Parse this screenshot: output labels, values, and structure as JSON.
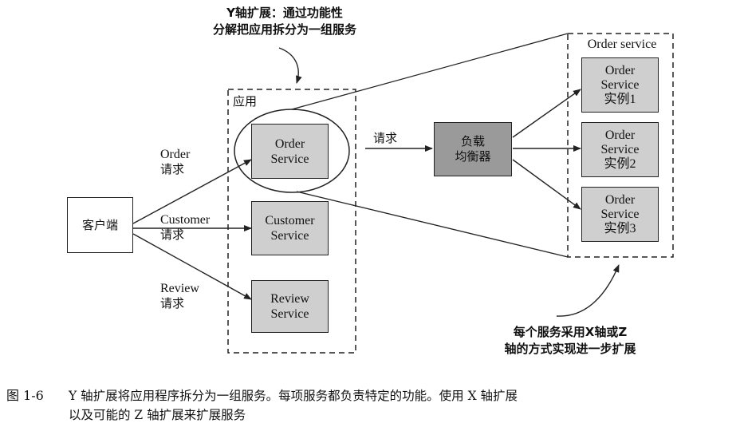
{
  "annotation_top": {
    "line1": "Y轴扩展：通过功能性",
    "line2": "分解把应用拆分为一组服务"
  },
  "annotation_bottom": {
    "line1": "每个服务采用X轴或Z",
    "line2": "轴的方式实现进一步扩展"
  },
  "client": {
    "label": "客户端"
  },
  "app_group": {
    "label": "应用"
  },
  "order_service_group": {
    "label": "Order service"
  },
  "services": {
    "order": {
      "line1": "Order",
      "line2": "Service"
    },
    "customer": {
      "line1": "Customer",
      "line2": "Service"
    },
    "review": {
      "line1": "Review",
      "line2": "Service"
    }
  },
  "requests": {
    "order": {
      "line1": "Order",
      "line2": "请求"
    },
    "customer": {
      "line1": "Customer",
      "line2": "请求"
    },
    "review": {
      "line1": "Review",
      "line2": "请求"
    },
    "to_lb": "请求"
  },
  "load_balancer": {
    "line1": "负载",
    "line2": "均衡器"
  },
  "instances": [
    {
      "line1": "Order",
      "line2": "Service",
      "line3": "实例1"
    },
    {
      "line1": "Order",
      "line2": "Service",
      "line3": "实例2"
    },
    {
      "line1": "Order",
      "line2": "Service",
      "line3": "实例3"
    }
  ],
  "caption": {
    "number": "图 1-6",
    "line1": "Y 轴扩展将应用程序拆分为一组服务。每项服务都负责特定的功能。使用 X 轴扩展",
    "line2": "以及可能的 Z 轴扩展来扩展服务"
  }
}
